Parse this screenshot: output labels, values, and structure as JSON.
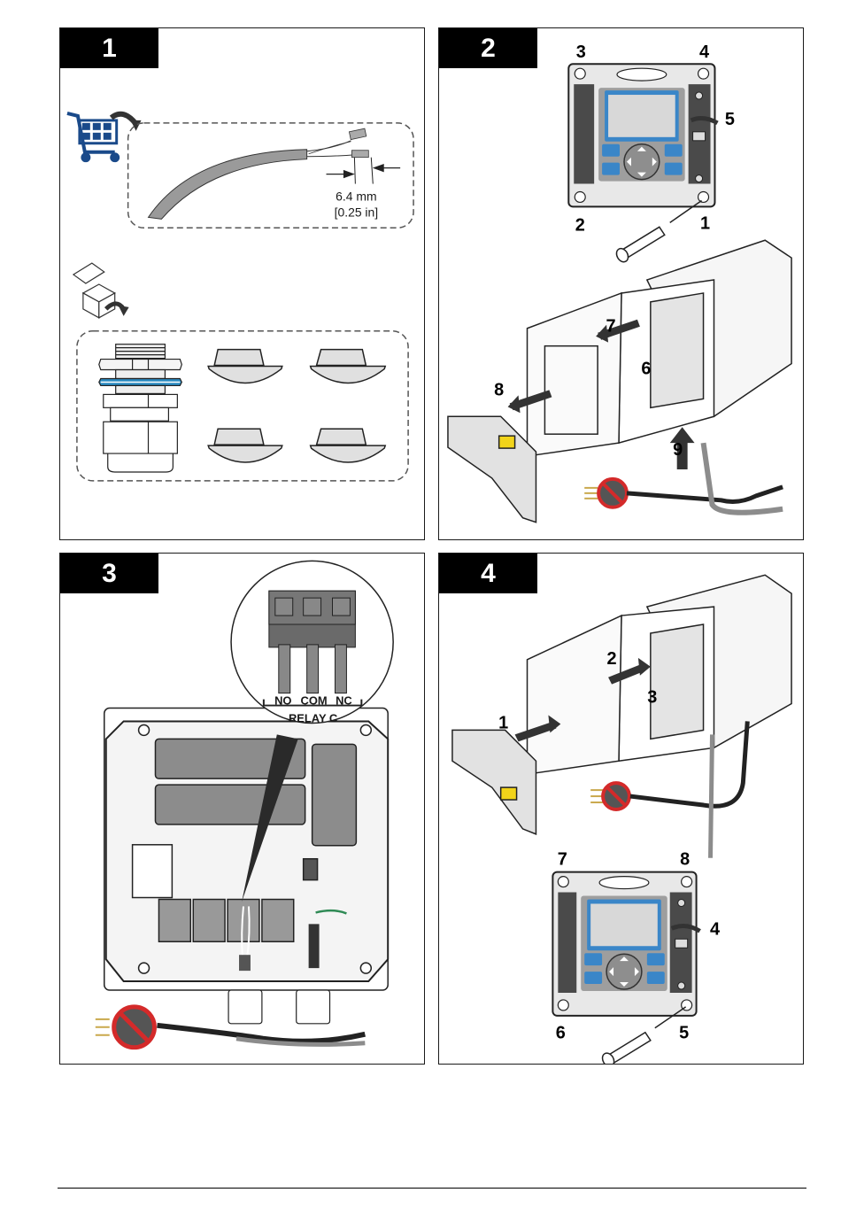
{
  "document": {
    "type": "installation-procedure",
    "steps": [
      {
        "number": "1",
        "items": [
          "cable",
          "cable-gland",
          "sealing-plugs"
        ],
        "icons": [
          "shopping-cart-icon",
          "open-box-icon"
        ],
        "dimension": {
          "value": "6.4 mm",
          "alt": "[0.25 in]"
        }
      },
      {
        "number": "2",
        "callouts": [
          "1",
          "2",
          "3",
          "4",
          "5",
          "6",
          "7",
          "8",
          "9"
        ],
        "icons": [
          "screwdriver-icon",
          "no-power-plug-icon"
        ]
      },
      {
        "number": "3",
        "terminals": [
          "NO",
          "COM",
          "NC"
        ],
        "terminal_group": "RELAY C",
        "icons": [
          "no-power-plug-icon"
        ]
      },
      {
        "number": "4",
        "callouts": [
          "1",
          "2",
          "3",
          "4",
          "5",
          "6",
          "7",
          "8"
        ],
        "icons": [
          "screwdriver-icon",
          "no-power-plug-icon"
        ]
      }
    ]
  },
  "colors": {
    "badge_bg": "#000000",
    "badge_text": "#ffffff",
    "accent_blue": "#1a4a8a",
    "display_blue": "#3a86c8",
    "gasket_blue": "#2a8ac0",
    "prohibited_red": "#d42a2a",
    "warning_yellow": "#f2d41a",
    "ground_green": "#2f8a55",
    "cable_gray": "#8c8c8c"
  }
}
